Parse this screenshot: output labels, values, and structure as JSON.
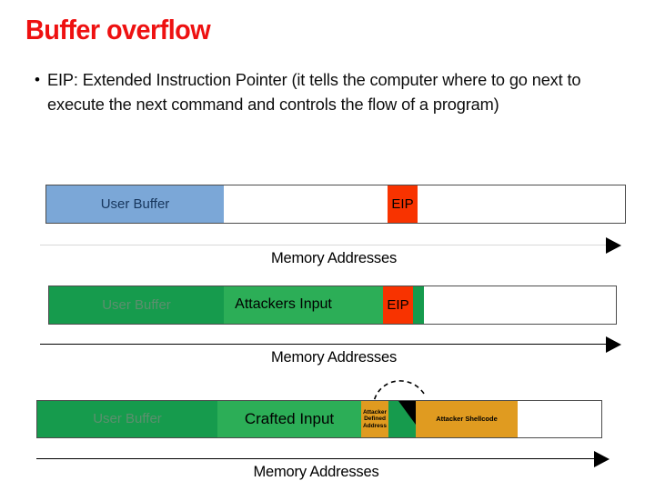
{
  "slide": {
    "title": "Buffer overflow",
    "bullets": [
      {
        "marker": "•",
        "text": "EIP: Extended Instruction Pointer (it tells the computer where to go next to execute the next command and controls the flow of a program)"
      }
    ]
  },
  "colors": {
    "title_red": "#ee1111",
    "user_buffer_blue": "#7ba7d7",
    "eip_red": "#f83300",
    "overflow_green_dark": "#169b4d",
    "overflow_green_light": "#2cae57",
    "attacker_orange": "#e09b20",
    "bar_border": "#4c4c4c",
    "axis_black": "#000000"
  },
  "diagram": {
    "caption": "Memory Addresses",
    "rows": [
      {
        "name": "normal-stack",
        "axis_style": "light",
        "segments": [
          {
            "name": "user-buffer",
            "label": "User Buffer",
            "fill": "#7ba7d7",
            "label_style": "faded-blue"
          },
          {
            "name": "free-space",
            "label": "",
            "fill": "#ffffff",
            "label_style": ""
          },
          {
            "name": "eip",
            "label": "EIP",
            "fill": "#f83300",
            "label_style": ""
          },
          {
            "name": "remaining-memory",
            "label": "",
            "fill": "#ffffff",
            "label_style": ""
          }
        ]
      },
      {
        "name": "overflowed-stack",
        "axis_style": "solid",
        "segments": [
          {
            "name": "user-buffer",
            "label": "User Buffer",
            "fill": "#169b4d",
            "label_style": "faded"
          },
          {
            "name": "attackers-input",
            "label": "Attackers Input",
            "fill": "#2cae57",
            "label_style": ""
          },
          {
            "name": "eip",
            "label": "EIP",
            "fill": "#f83300",
            "label_style": ""
          },
          {
            "name": "overflow-tail",
            "label": "",
            "fill": "#169b4d",
            "label_style": ""
          },
          {
            "name": "remaining-memory",
            "label": "",
            "fill": "#ffffff",
            "label_style": ""
          }
        ]
      },
      {
        "name": "exploited-stack",
        "axis_style": "solid",
        "segments": [
          {
            "name": "user-buffer",
            "label": "User Buffer",
            "fill": "#169b4d",
            "label_style": "faded"
          },
          {
            "name": "crafted-input",
            "label": "Crafted Input",
            "fill": "#2cae57",
            "label_style": ""
          },
          {
            "name": "attacker-defined-address",
            "label": "Attacker Defined Address",
            "fill": "#e09b20",
            "label_style": "small"
          },
          {
            "name": "overflow-gap",
            "label": "",
            "fill": "#169b4d",
            "label_style": ""
          },
          {
            "name": "attacker-shellcode",
            "label": "Attacker Shellcode",
            "fill": "#e09b20",
            "label_style": "tiny"
          },
          {
            "name": "remaining-memory",
            "label": "",
            "fill": "#ffffff",
            "label_style": ""
          }
        ]
      }
    ]
  }
}
